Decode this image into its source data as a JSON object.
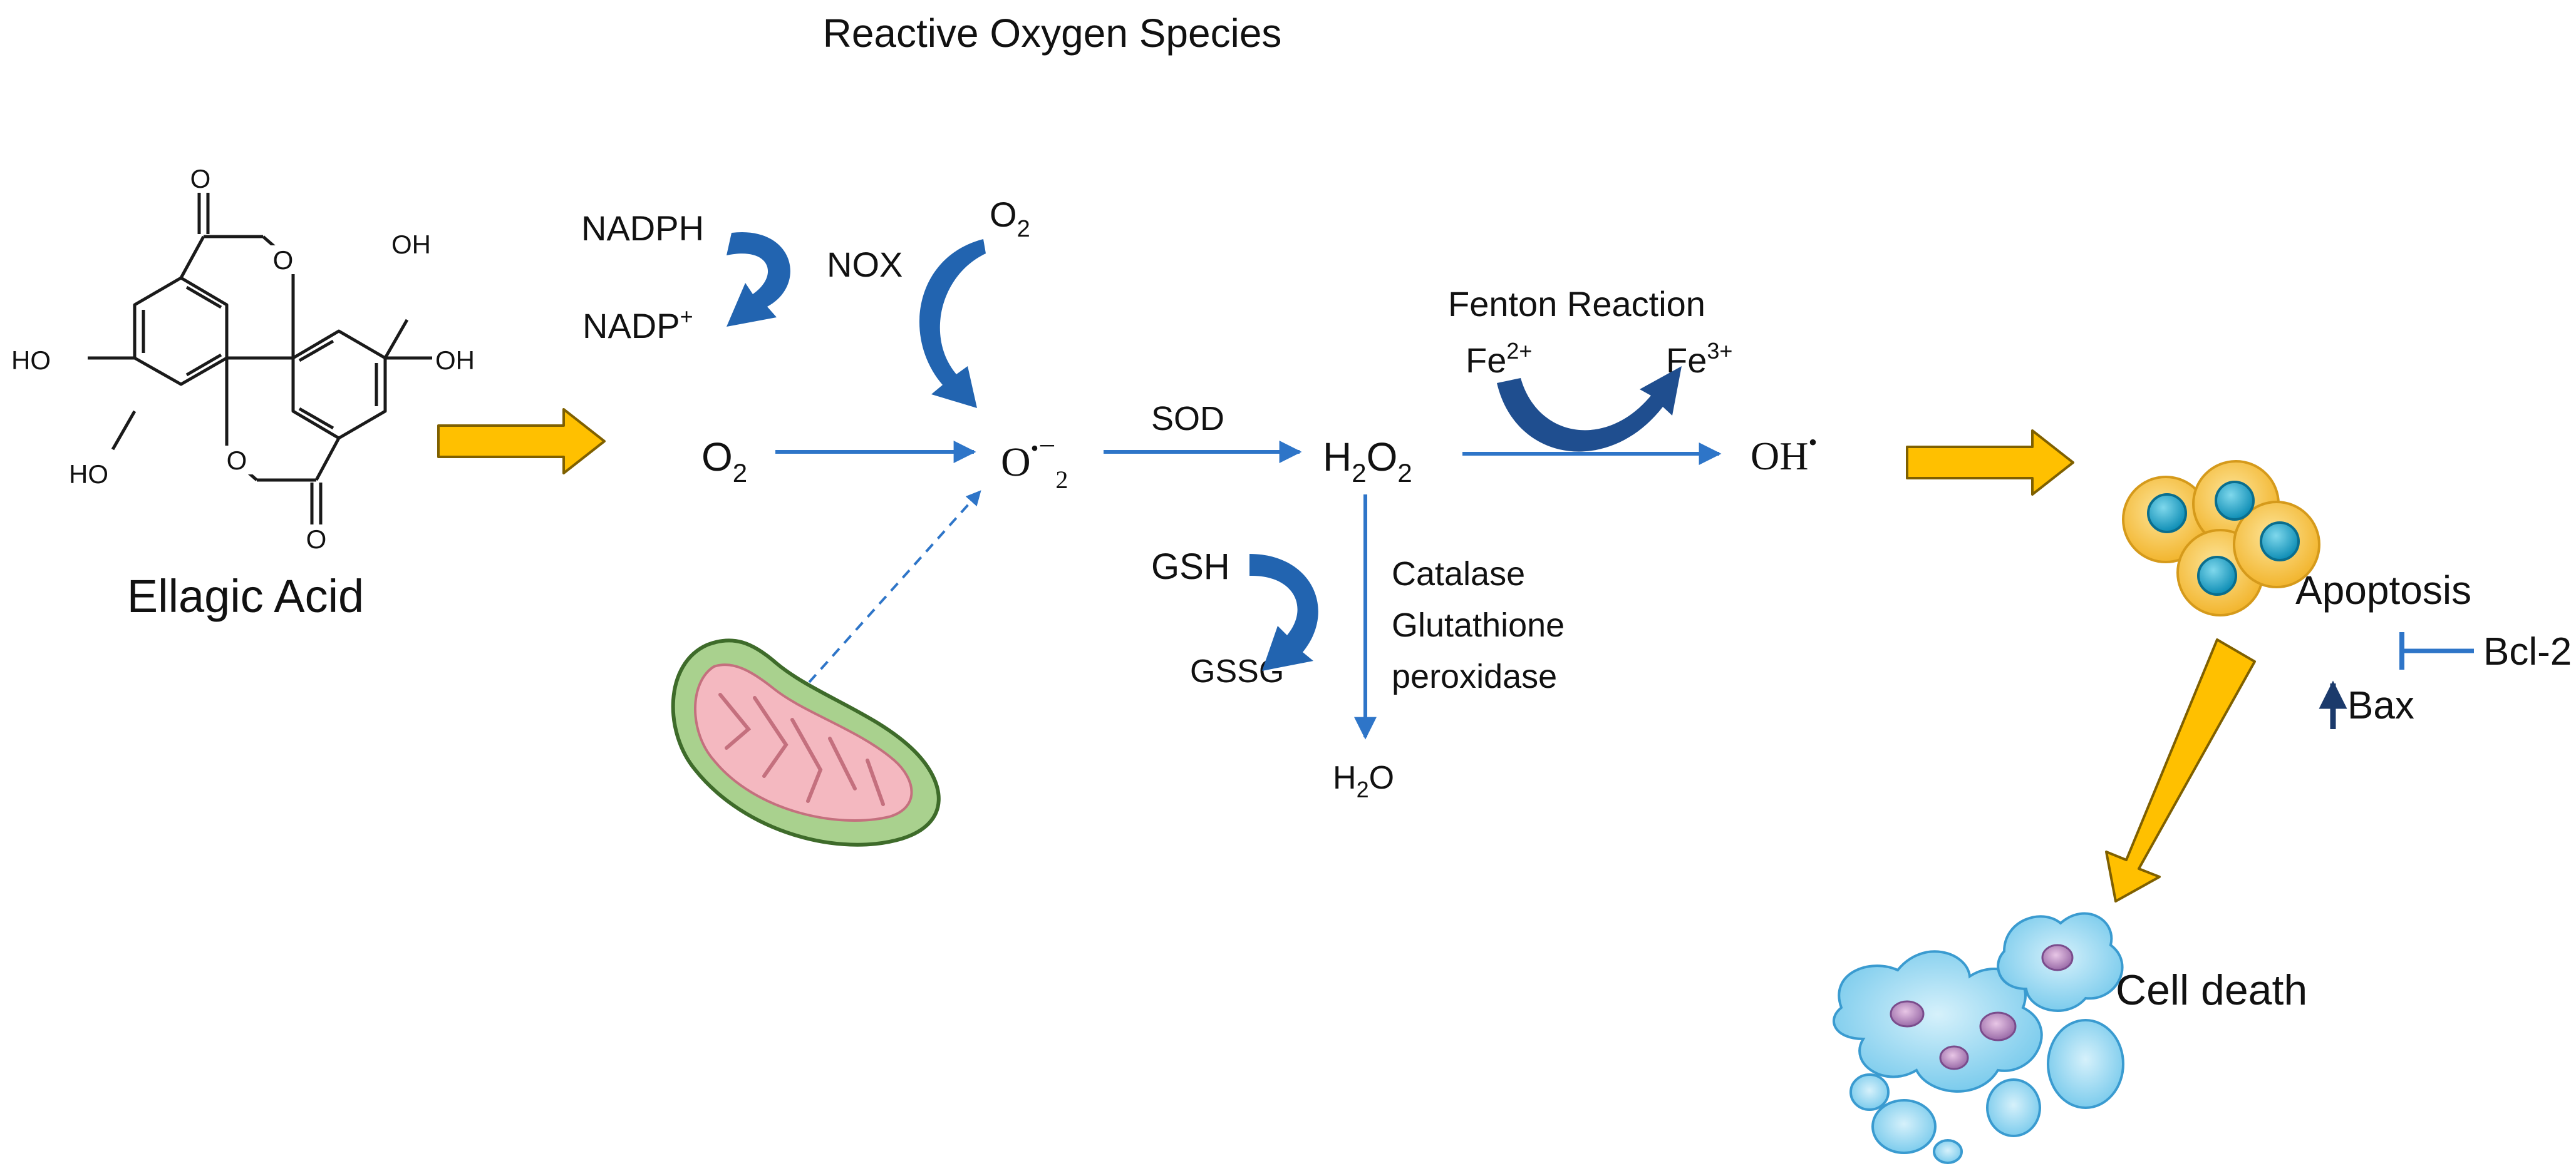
{
  "title": "Reactive Oxygen Species",
  "molecule": {
    "name": "Ellagic Acid",
    "atoms": {
      "o": "O",
      "oh": "OH",
      "ho": "HO"
    }
  },
  "labels": {
    "nadph": "NADPH",
    "nadp": "NADP",
    "nadp_sup": "+",
    "nox": "NOX",
    "o2_top": "O",
    "o2_top_sub": "2",
    "o2_main": "O",
    "o2_main_sub": "2",
    "superoxide": "O",
    "superoxide_dot": "•",
    "superoxide_charge": "−",
    "superoxide_sub": "2",
    "sod": "SOD",
    "h2o2_h": "H",
    "h2o2_sub1": "2",
    "h2o2_o": "O",
    "h2o2_sub2": "2",
    "fenton": "Fenton Reaction",
    "fe2": "Fe",
    "fe2_sup": "2+",
    "fe3": "Fe",
    "fe3_sup": "3+",
    "hydroxyl": "OH",
    "hydroxyl_dot": "•",
    "gsh": "GSH",
    "gssg": "GSSG",
    "enzymes": [
      "Catalase",
      "Glutathione",
      "peroxidase"
    ],
    "h2o_h": "H",
    "h2o_sub": "2",
    "h2o_o": "O",
    "apoptosis": "Apoptosis",
    "bcl2": "Bcl-2",
    "bax": "Bax",
    "cell_death": "Cell death"
  },
  "icons": [
    "mitochondrion-icon",
    "apoptotic-cells-icon",
    "dead-cells-icon"
  ],
  "colors": {
    "blue_arrow": "#2E75C8",
    "curve_blue": "#2264B0",
    "orange_arrow": "#FFC000",
    "orange_outline": "#7F6000",
    "mito_outer": "#A9D18E",
    "mito_inner": "#F4B8C0",
    "cell_yellow": "#F5C242",
    "nucleus_teal": "#1CA5C8",
    "dead_cell_blue": "#8FD3F0"
  }
}
